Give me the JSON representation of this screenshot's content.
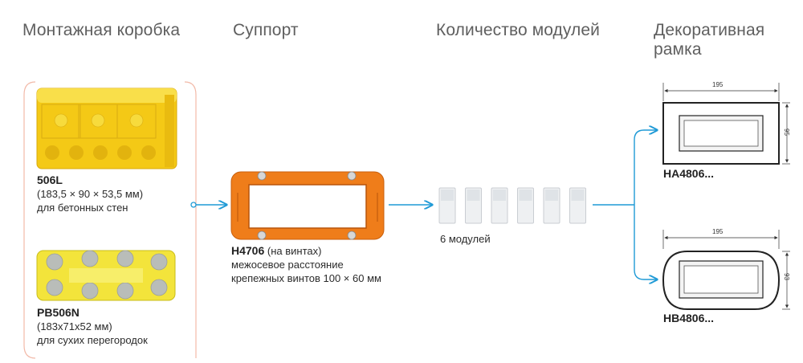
{
  "headers": {
    "box": "Монтажная коробка",
    "support": "Суппорт",
    "modules": "Количество модулей",
    "frame_line1": "Декоративная",
    "frame_line2": "рамка"
  },
  "box1": {
    "code": "506L",
    "dims": "(183,5 × 90 × 53,5 мм)",
    "use": "для бетонных стен",
    "color": "#f7d21b"
  },
  "box2": {
    "code": "PB506N",
    "dims": "(183x71x52 мм)",
    "use": "для сухих перегородок",
    "color": "#f5e94a"
  },
  "support": {
    "code": "H4706",
    "code_note": " (на винтах)",
    "line2": "межосевое расстояние",
    "line3": "крепежных винтов 100 × 60 мм",
    "color": "#ef7d1a"
  },
  "modules": {
    "count_label": "6 модулей",
    "count": 6
  },
  "frames": [
    {
      "code": "HA4806...",
      "width_label": "195",
      "height_label": "95"
    },
    {
      "code": "HB4806...",
      "width_label": "195",
      "height_label": "93"
    }
  ],
  "colors": {
    "arrow": "#1f9ad6",
    "bracket": "#f2b9a8"
  }
}
